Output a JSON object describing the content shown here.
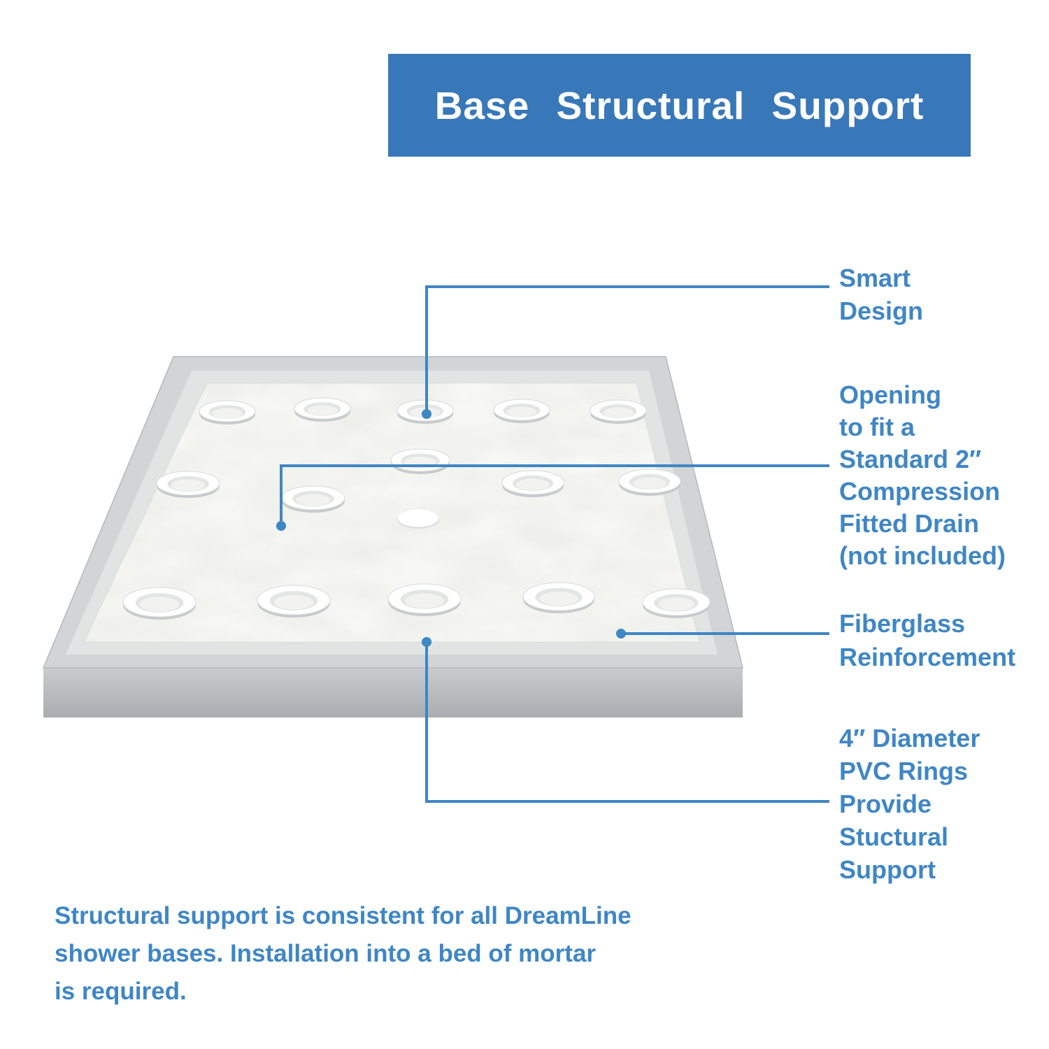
{
  "header": {
    "title": "Base Structural Support"
  },
  "callouts": {
    "smart_design": {
      "lines": [
        "Smart",
        "Design"
      ]
    },
    "drain_opening": {
      "lines": [
        "Opening",
        "to fit a",
        "Standard 2″",
        "Compression",
        "Fitted Drain",
        "(not included)"
      ]
    },
    "fiberglass": {
      "lines": [
        "Fiberglass",
        "Reinforcement"
      ]
    },
    "pvc_rings": {
      "lines": [
        "4″ Diameter",
        "PVC Rings",
        "Provide",
        "Stuctural",
        "Support"
      ]
    }
  },
  "footer": {
    "lines": [
      "Structural support is consistent for all DreamLine",
      "shower bases. Installation into a bed of mortar",
      "is required."
    ]
  },
  "diagram": {
    "subject": "shower-base-underside",
    "pvc_ring_count": 15,
    "has_center_drain_opening": true
  },
  "colors": {
    "accent": "#3f86c4",
    "banner": "#3878b8",
    "title_text": "#ffffff"
  }
}
